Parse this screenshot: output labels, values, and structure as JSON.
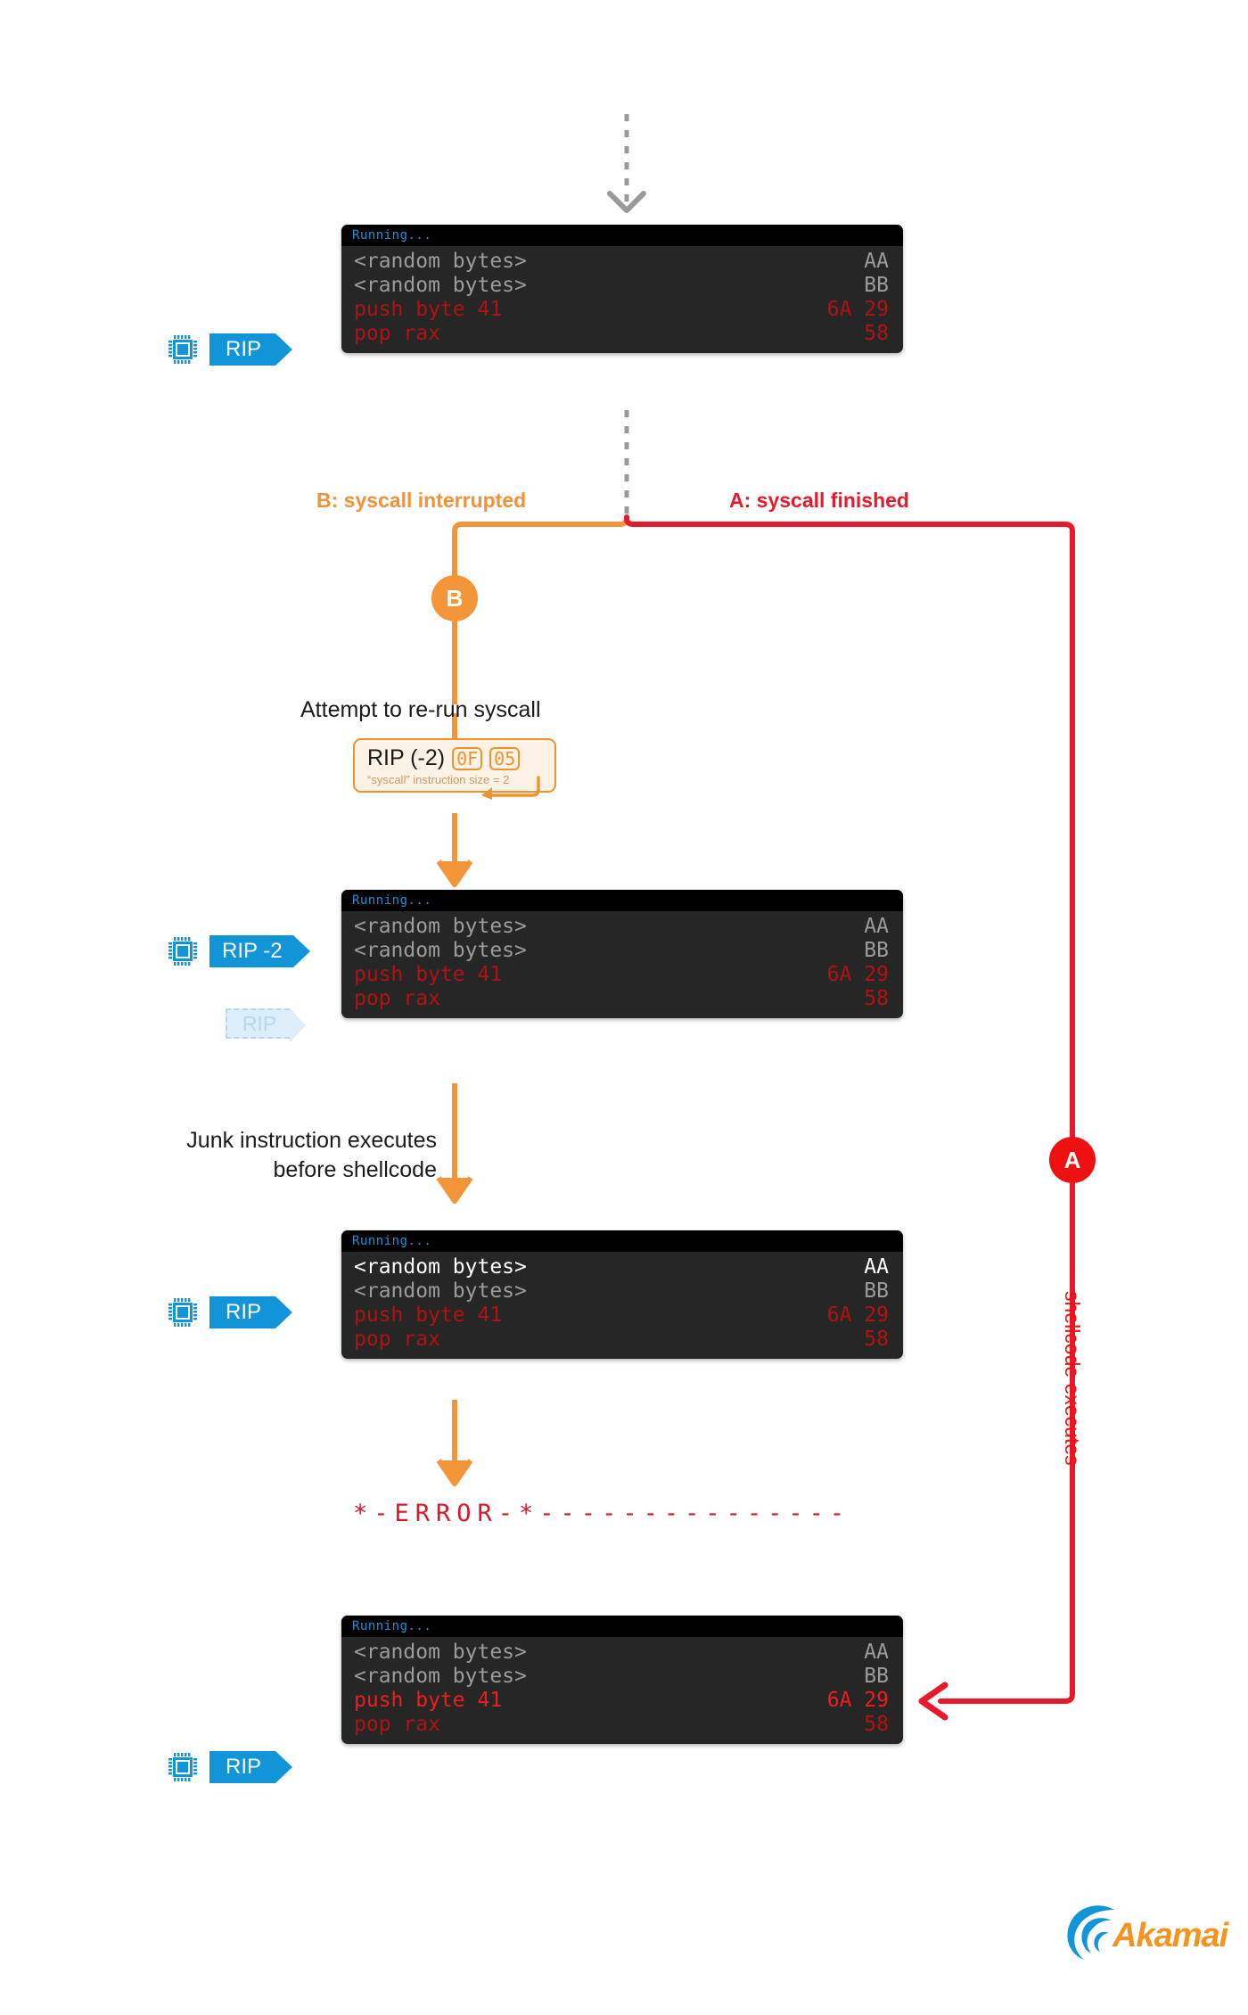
{
  "diagram": {
    "title": "syscall interruption / shellcode execution flow",
    "colors": {
      "orange": "#f3963a",
      "red": "#ee1111",
      "blue": "#1295d8",
      "terminal_bg": "#262626",
      "terminal_bar": "#000000",
      "running_text": "#1f8fd4",
      "dim_text": "#9b9b9b",
      "bright_text": "#ffffff",
      "code_red": "#b11212",
      "code_red_highlight": "#ef1d1d",
      "akamai_orange": "#f6921e",
      "akamai_blue": "#1295d8"
    }
  },
  "terminals": [
    {
      "id": "terminal-1",
      "title": "Running...",
      "rows": [
        {
          "text": "<random bytes>",
          "bytes": "AA",
          "style": "dim"
        },
        {
          "text": "<random bytes>",
          "bytes": "BB",
          "style": "dim"
        },
        {
          "text": "push byte 41",
          "bytes": "6A 29",
          "style": "red"
        },
        {
          "text": "pop rax",
          "bytes": "58",
          "style": "red"
        }
      ]
    },
    {
      "id": "terminal-2",
      "title": "Running...",
      "rows": [
        {
          "text": "<random bytes>",
          "bytes": "AA",
          "style": "dim"
        },
        {
          "text": "<random bytes>",
          "bytes": "BB",
          "style": "dim"
        },
        {
          "text": "push byte 41",
          "bytes": "6A 29",
          "style": "red"
        },
        {
          "text": "pop rax",
          "bytes": "58",
          "style": "red"
        }
      ]
    },
    {
      "id": "terminal-3",
      "title": "Running...",
      "rows": [
        {
          "text": "<random bytes>",
          "bytes": "AA",
          "style": "bright"
        },
        {
          "text": "<random bytes>",
          "bytes": "BB",
          "style": "dim"
        },
        {
          "text": "push byte 41",
          "bytes": "6A 29",
          "style": "red"
        },
        {
          "text": "pop rax",
          "bytes": "58",
          "style": "red"
        }
      ]
    },
    {
      "id": "terminal-4",
      "title": "Running...",
      "rows": [
        {
          "text": "<random bytes>",
          "bytes": "AA",
          "style": "dim"
        },
        {
          "text": "<random bytes>",
          "bytes": "BB",
          "style": "dim"
        },
        {
          "text": "push byte 41",
          "bytes": "6A 29",
          "style": "red-highlight"
        },
        {
          "text": "pop rax",
          "bytes": "58",
          "style": "red"
        }
      ]
    }
  ],
  "rip_markers": {
    "marker_1": "RIP",
    "marker_2": "RIP -2",
    "marker_2_ghost": "RIP",
    "marker_3": "RIP",
    "marker_4": "RIP"
  },
  "branches": {
    "b_label": "B: syscall interrupted",
    "a_label": "A: syscall finished",
    "b_circle": "B",
    "a_circle": "A"
  },
  "captions": {
    "attempt": "Attempt to re-run syscall",
    "junk_line_1": "Junk instruction executes",
    "junk_line_2": "before shellcode",
    "shellcode_executes": "shellcode executes"
  },
  "rip_box": {
    "title": "RIP (-2)",
    "byte_1": "0F",
    "byte_2": "05",
    "note": "“syscall” instruction size = 2"
  },
  "error": {
    "text": "*-ERROR-*---------------"
  },
  "logo": {
    "name": "Akamai"
  }
}
